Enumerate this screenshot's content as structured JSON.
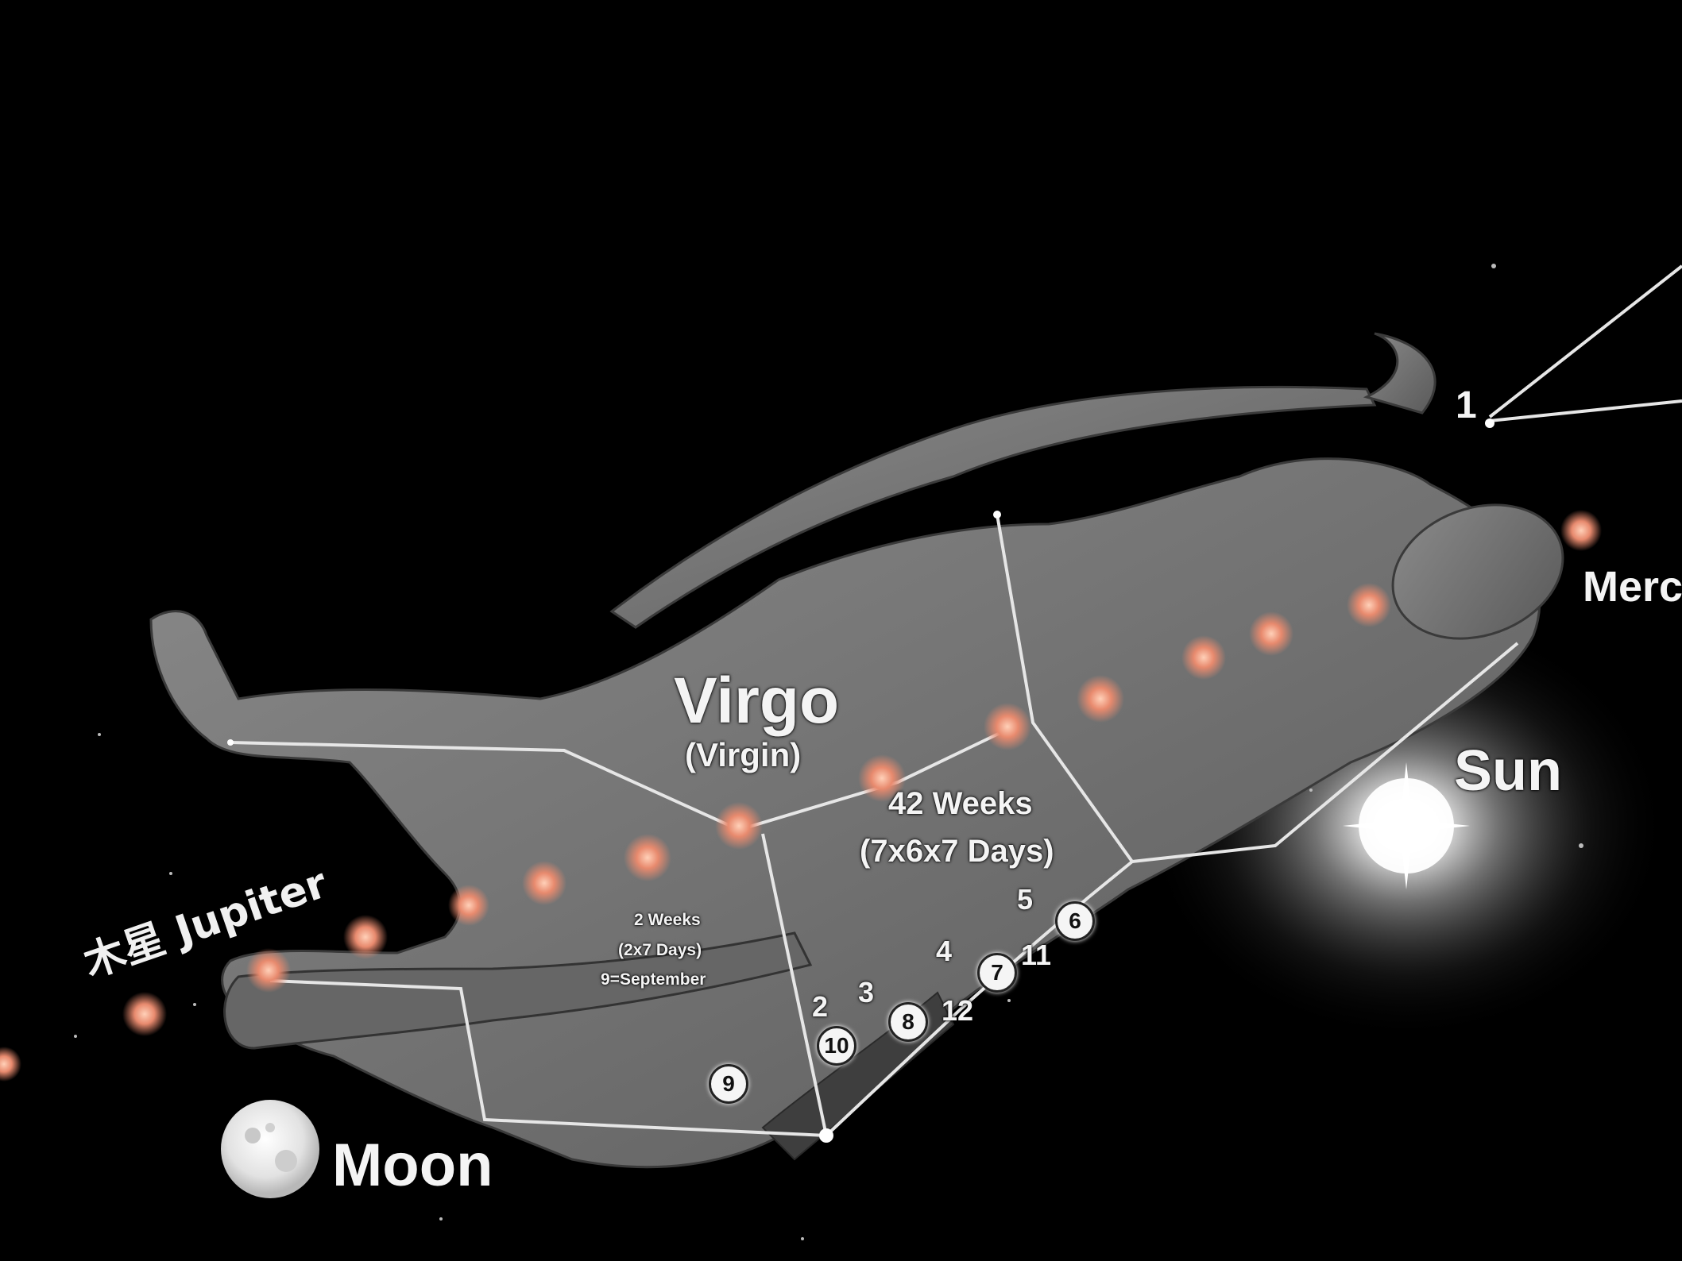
{
  "title": {
    "main": "Virgo",
    "sub": "(Virgin)"
  },
  "labels": {
    "sun": "Sun",
    "moon": "Moon",
    "mercury_partial": "Merc",
    "jupiter": "木星  Jupiter",
    "weeks_42_line1": "42 Weeks",
    "weeks_42_line2": "(7x6x7 Days)",
    "weeks_2_line1": "2 Weeks",
    "weeks_2_line2": "(2x7 Days)",
    "weeks_2_line3": "9=September"
  },
  "markers": {
    "plain": [
      "1",
      "2",
      "3",
      "4",
      "5",
      "11",
      "12"
    ],
    "circled": [
      "6",
      "7",
      "8",
      "9",
      "10"
    ]
  },
  "colors": {
    "background": "#000000",
    "figure": "#6e6e6e",
    "star_glow": "#ff9a7a",
    "text": "#f4f4f4"
  }
}
